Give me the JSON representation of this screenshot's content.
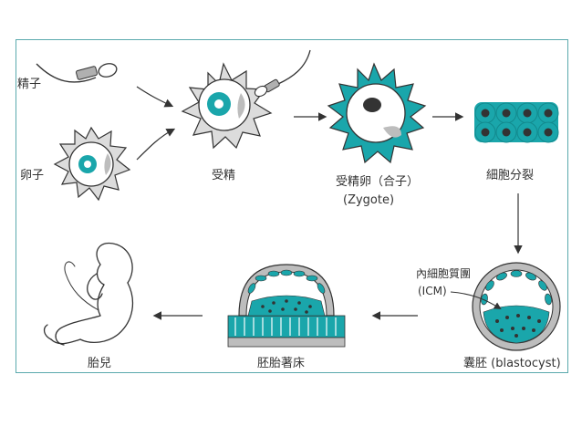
{
  "labels": {
    "sperm": "精子",
    "egg": "卵子",
    "fertilization": "受精",
    "zygote": "受精卵（合子）",
    "zygote_en": "(Zygote)",
    "cleavage": "細胞分裂",
    "icm": "內細胞質團",
    "icm_en": "(ICM)",
    "blastocyst": "囊胚 (blastocyst)",
    "implantation": "胚胎著床",
    "fetus": "胎兒"
  },
  "colors": {
    "teal": "#1aa6ab",
    "teal_dark": "#138a8e",
    "gray": "#bdbdbd",
    "gray_dark": "#9a9a9a",
    "outline": "#3a3a3a",
    "frame": "#5aa9ad"
  }
}
